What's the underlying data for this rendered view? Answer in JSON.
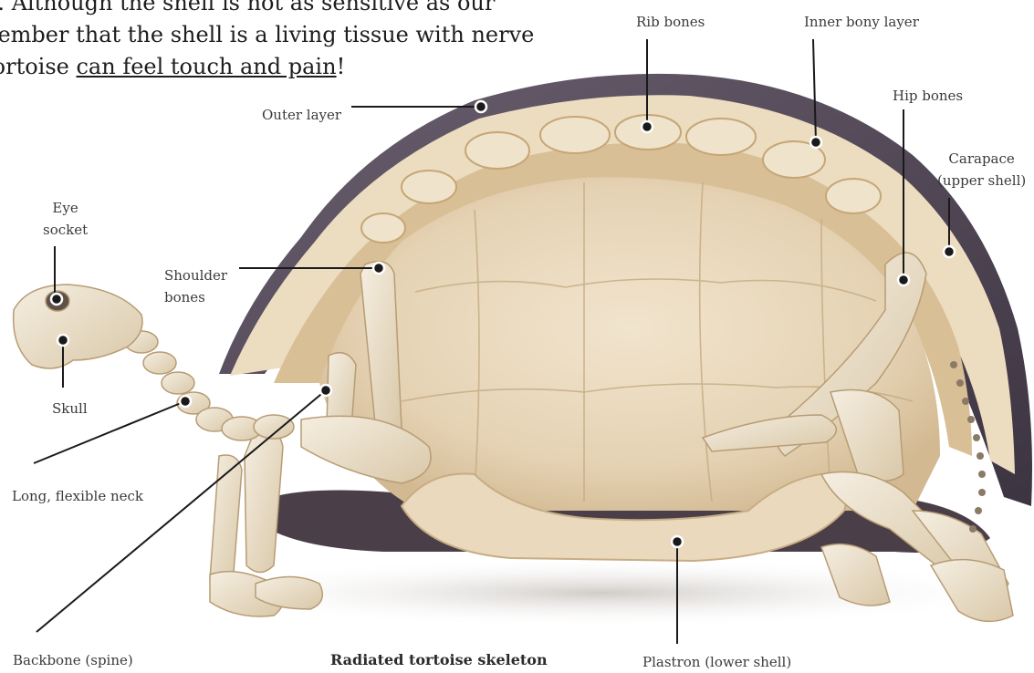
{
  "intro": {
    "line1": "g. Although the shell is not as sensitive as our",
    "line2": "nember that the shell is a living tissue with nerve",
    "line3_prefix": "tortoise ",
    "line3_link": "can feel touch and pain",
    "line3_suffix": "!"
  },
  "labels": {
    "rib_bones": "Rib bones",
    "inner_bony_layer": "Inner bony layer",
    "outer_layer": "Outer layer",
    "hip_bones": "Hip bones",
    "carapace_line1": "Carapace",
    "carapace_line2": "(upper shell)",
    "eye_socket_line1": "Eye",
    "eye_socket_line2": "socket",
    "shoulder_line1": "Shoulder",
    "shoulder_line2": "bones",
    "skull": "Skull",
    "neck": "Long, flexible neck",
    "backbone": "Backbone (spine)",
    "plastron": "Plastron (lower shell)"
  },
  "caption": "Radiated tortoise skeleton",
  "colors": {
    "shell_dark": "#4f4454",
    "bone": "#ece2d0",
    "bone_shadow": "#c9b594",
    "inner_shell": "#e6d6bd",
    "leader": "#1a1a1a"
  }
}
